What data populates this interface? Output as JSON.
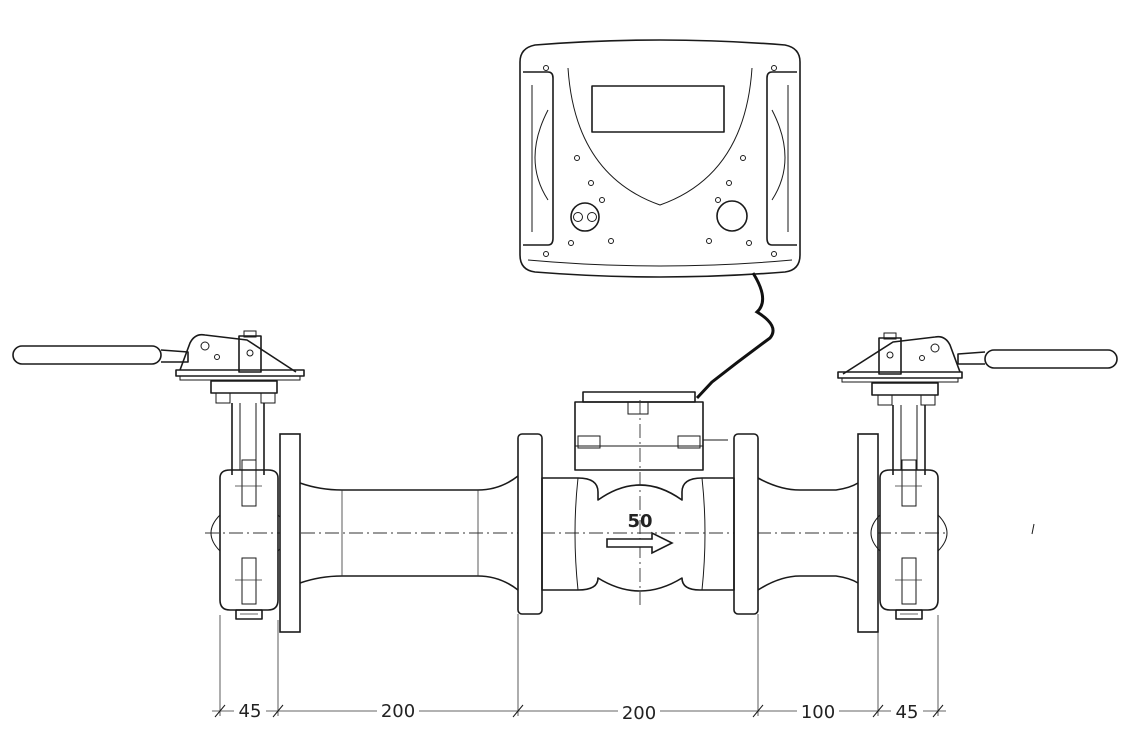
{
  "meter": {
    "nominal_size": "50"
  },
  "dimensions": [
    {
      "value": "45"
    },
    {
      "value": "200"
    },
    {
      "value": "200"
    },
    {
      "value": "100"
    },
    {
      "value": "45"
    }
  ],
  "colors": {
    "line": "#1a1a1a",
    "background": "#ffffff"
  },
  "icons": {
    "flow_arrow": "arrow-right-icon"
  }
}
